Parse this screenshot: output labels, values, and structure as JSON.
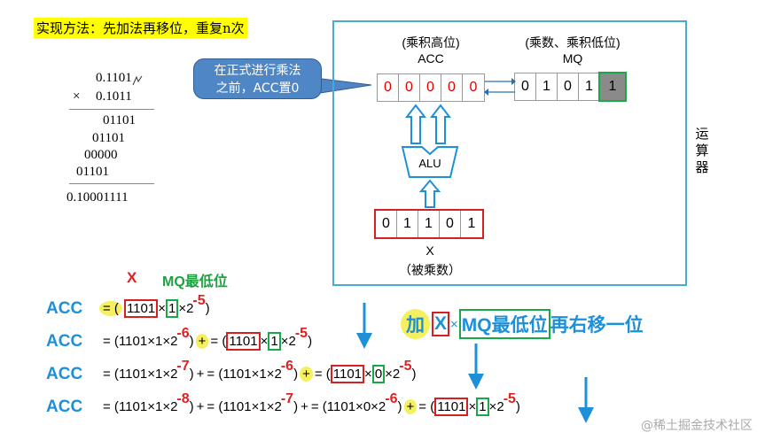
{
  "title": "实现方法：先加法再移位，重复n次",
  "calc": {
    "multiplicand": "0.1101",
    "times": "×",
    "multiplier": "0.1011",
    "partials": [
      "01101",
      "01101",
      "00000",
      "01101"
    ],
    "result": "0.10001111"
  },
  "bubble": {
    "line1": "在正式进行乘法",
    "line2": "之前，ACC置0"
  },
  "acc_register": {
    "caption": "(乘积高位)",
    "name": "ACC",
    "bits": [
      "0",
      "0",
      "0",
      "0",
      "0"
    ]
  },
  "mq_register": {
    "caption": "(乘数、乘积低位)",
    "name": "MQ",
    "bits": [
      "0",
      "1",
      "0",
      "1",
      "1"
    ]
  },
  "x_register": {
    "name": "X",
    "caption": "（被乘数）",
    "bits": [
      "0",
      "1",
      "1",
      "0",
      "1"
    ]
  },
  "alu": "ALU",
  "vertical_label": [
    "运",
    "算",
    "器"
  ],
  "legend": {
    "x": "X",
    "mq": "MQ最低位"
  },
  "highlight": {
    "add": "加",
    "x": "X",
    "times": "×",
    "mq": "MQ最低位",
    "rest": "再右移一位"
  },
  "rows": [
    {
      "label": "ACC"
    },
    {
      "label": "ACC"
    },
    {
      "label": "ACC"
    },
    {
      "label": "ACC"
    }
  ],
  "eq": {
    "open": "= (",
    "close": ")",
    "mult": "×",
    "two": "2",
    "plus": "+",
    "v": "1101",
    "one": "1",
    "zero": "0",
    "m1": "-",
    "e5": "5",
    "e6": "6",
    "e7": "7",
    "e8": "8"
  },
  "watermark": "@稀土掘金技术社区",
  "colors": {
    "accent_blue": "#1e90d8",
    "red": "#e00000",
    "green": "#18a848",
    "yellow": "#ffff00",
    "frame": "#4aa8d8"
  }
}
